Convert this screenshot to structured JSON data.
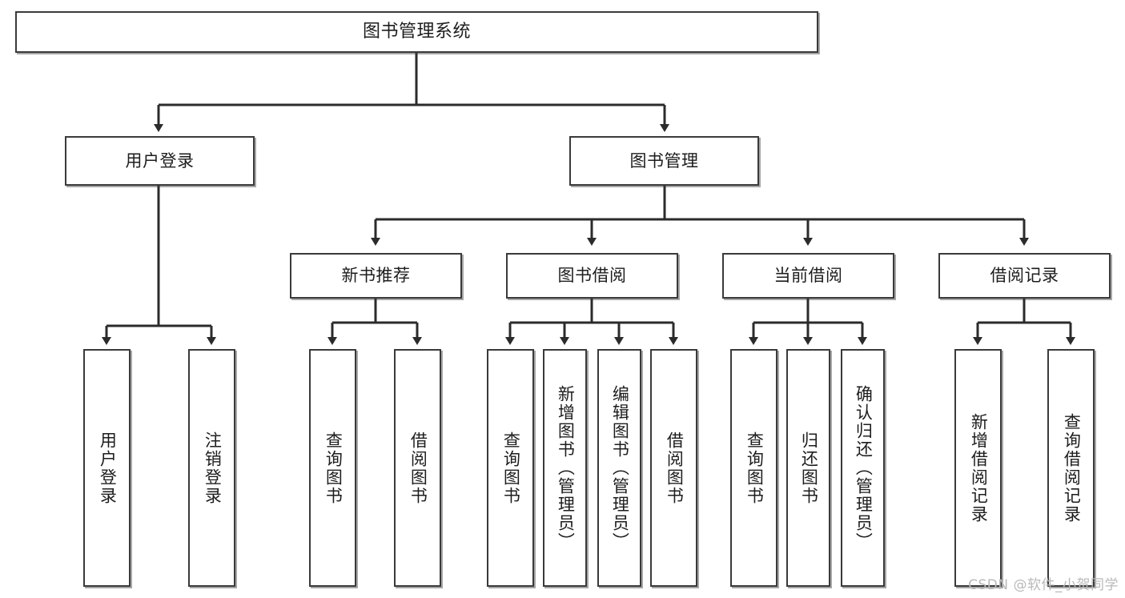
{
  "diagram": {
    "title": "图书管理系统",
    "type": "tree-hierarchy-diagram",
    "watermark": "CSDN @软件_小贺同学",
    "colors": {
      "box_border": "#3a3a3a",
      "box_fill": "#ffffff",
      "connector": "#2b2b2b",
      "text": "#1d1d1d",
      "watermark": "#b9b9b9"
    },
    "levels": {
      "root": {
        "label": "图书管理系统"
      },
      "level2": [
        {
          "label": "用户登录"
        },
        {
          "label": "图书管理"
        }
      ],
      "level3": [
        {
          "label": "新书推荐"
        },
        {
          "label": "图书借阅"
        },
        {
          "label": "当前借阅"
        },
        {
          "label": "借阅记录"
        }
      ],
      "leaves": {
        "user_login": [
          {
            "label": "用户登录"
          },
          {
            "label": "注销登录"
          }
        ],
        "new_book_recommend": [
          {
            "label": "查询图书"
          },
          {
            "label": "借阅图书"
          }
        ],
        "book_borrow": [
          {
            "label": "查询图书"
          },
          {
            "label": "新增图书（管理员）"
          },
          {
            "label": "编辑图书（管理员）"
          },
          {
            "label": "借阅图书"
          }
        ],
        "current_borrow": [
          {
            "label": "查询图书"
          },
          {
            "label": "归还图书"
          },
          {
            "label": "确认归还（管理员）"
          }
        ],
        "borrow_record": [
          {
            "label": "新增借阅记录"
          },
          {
            "label": "查询借阅记录"
          }
        ]
      }
    }
  }
}
